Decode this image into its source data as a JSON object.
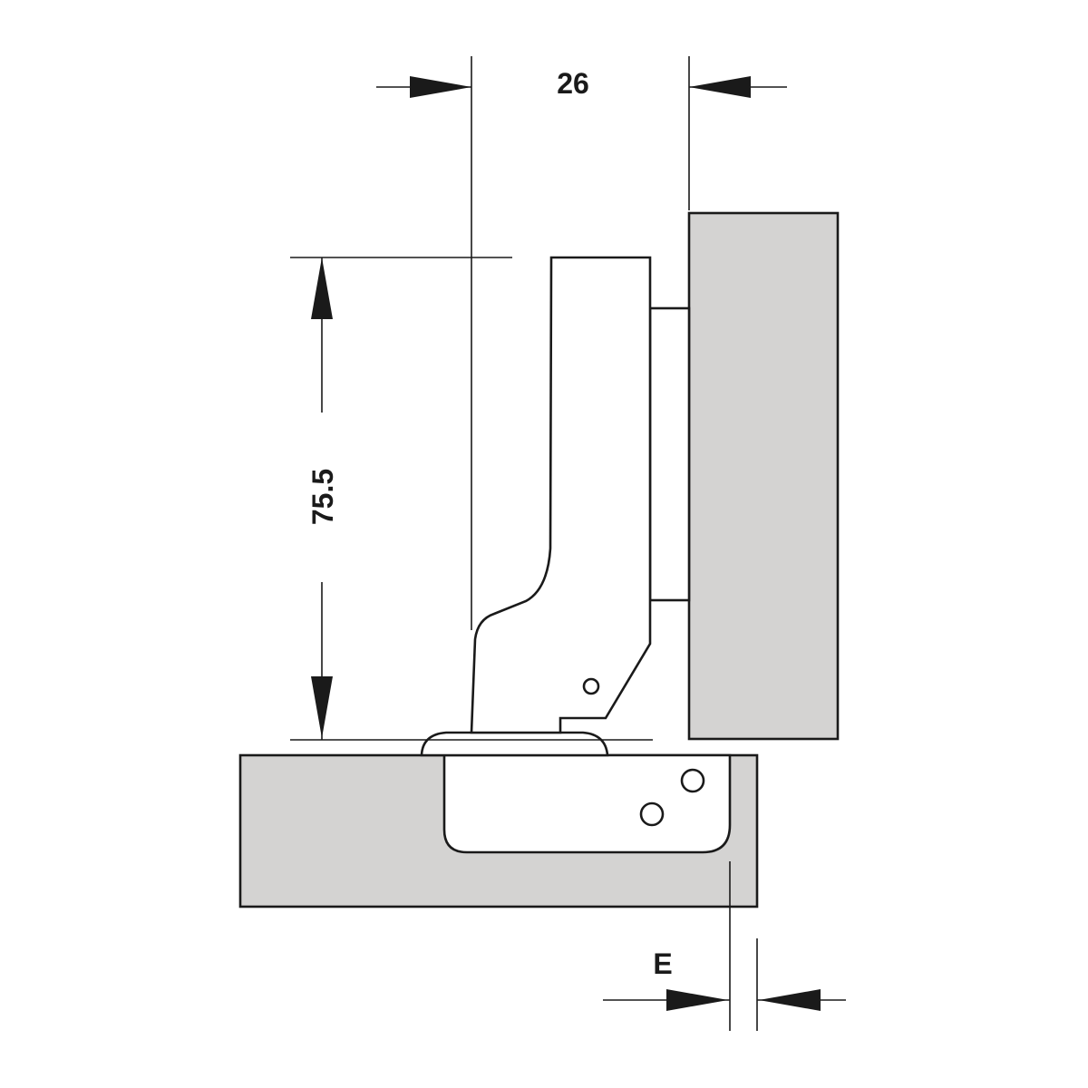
{
  "diagram": {
    "dimensions": {
      "width_label": "26",
      "height_label": "75.5",
      "overlay_label": "E"
    },
    "colors": {
      "panel_fill": "#d4d3d2",
      "line": "#1a1a1a",
      "background": "#ffffff"
    }
  }
}
